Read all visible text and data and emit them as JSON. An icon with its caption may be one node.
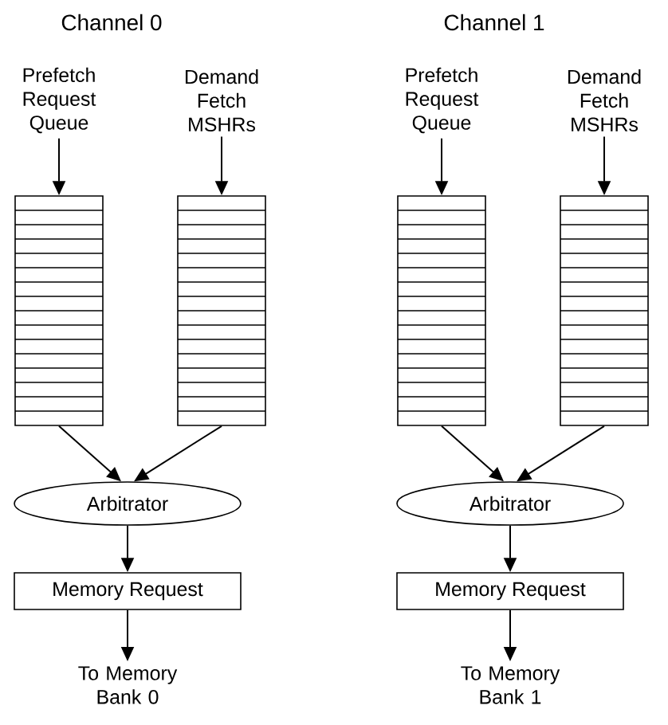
{
  "diagram": {
    "nodes": [
      {
        "text": [
          "Prefetch Request Queue"
        ]
      },
      {
        "text": [
          "Demand Fetch MSHRs"
        ]
      },
      {
        "text": [],
        "shape": "box"
      },
      {
        "text": [],
        "shape": "box"
      },
      {
        "text": [
          "Arbitrator"
        ]
      },
      {
        "text": [
          "Memory Request"
        ]
      },
      {
        "text": [
          "To Memory Bank 0"
        ]
      },
      {
        "text": [
          "Prefetch Request Queue"
        ]
      },
      {
        "text": [
          "Demand Fetch MSHRs"
        ]
      },
      {
        "text": [],
        "shape": "box"
      },
      {
        "text": [],
        "shape": "box"
      },
      {
        "text": [
          "Arbitrator"
        ]
      },
      {
        "text": [
          "Memory Request"
        ]
      },
      {
        "text": [
          "To Memory Bank 1"
        ]
      }
    ],
    "edges": [
      {
        "from": 0,
        "to": 2,
        "arrow": "to"
      },
      {
        "from": 1,
        "to": 3,
        "arrow": "to"
      },
      {
        "from": 2,
        "to": 4,
        "arrow": "to"
      },
      {
        "from": 3,
        "to": 4,
        "arrow": "to"
      },
      {
        "from": 4,
        "to": 5,
        "arrow": "to"
      },
      {
        "from": 5,
        "to": 6,
        "arrow": "to"
      },
      {
        "from": 7,
        "to": 9,
        "arrow": "to"
      },
      {
        "from": 8,
        "to": 10,
        "arrow": "to"
      },
      {
        "from": 9,
        "to": 11,
        "arrow": "to"
      },
      {
        "from": 10,
        "to": 11,
        "arrow": "to"
      },
      {
        "from": 11,
        "to": 12,
        "arrow": "to"
      },
      {
        "from": 12,
        "to": 13,
        "arrow": "to"
      }
    ],
    "labels": [
      "Channel 0",
      "Channel 1"
    ]
  }
}
